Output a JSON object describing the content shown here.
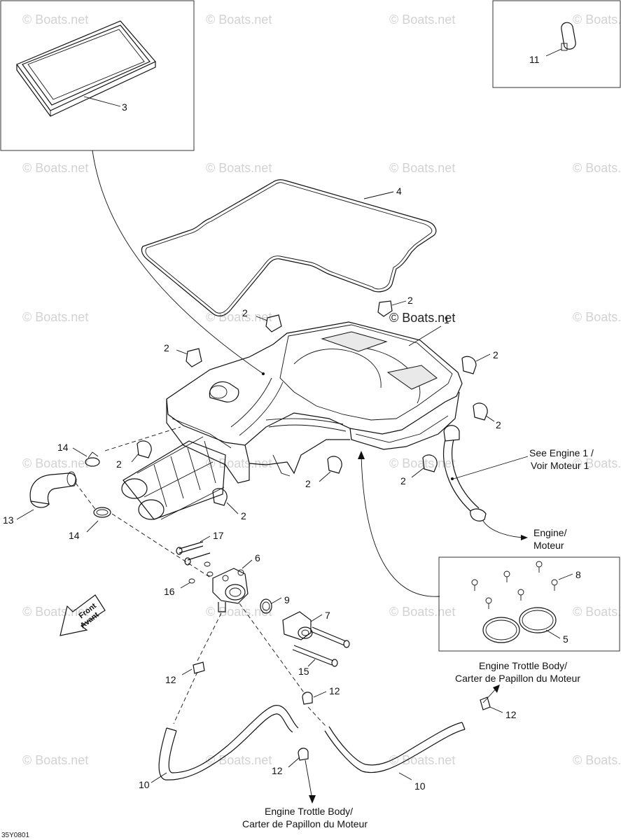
{
  "watermark": "© Boats.net",
  "watermark_main": "© Boats.net",
  "callouts": {
    "c2a": "2",
    "c2b": "2",
    "c2c": "2",
    "c2d": "2",
    "c2e": "2",
    "c2f": "2",
    "c2g": "2",
    "c2h": "2",
    "c2i": "2",
    "c3": "3",
    "c4": "4",
    "c5": "5",
    "c6": "6",
    "c7": "7",
    "c8": "8",
    "c9": "9",
    "c10a": "10",
    "c10b": "10",
    "c11": "11",
    "c12a": "12",
    "c12b": "12",
    "c12c": "12",
    "c12d": "12",
    "c13": "13",
    "c14a": "14",
    "c14b": "14",
    "c15": "15",
    "c16": "16",
    "c17": "17",
    "c1": "1"
  },
  "notes": {
    "see_engine_line1": "See Engine 1 /",
    "see_engine_line2": "Voir Moteur 1",
    "engine_line1": "Engine/",
    "engine_line2": "Moteur",
    "trottle_right_line1": "Engine Trottle Body/",
    "trottle_right_line2": "Carter de Papillon du Moteur",
    "trottle_bottom_line1": "Engine Trottle Body/",
    "trottle_bottom_line2": "Carter de Papillon du Moteur"
  },
  "front_arrow": {
    "line1": "Front",
    "line2": "Avant"
  },
  "diagram_code": "35Y0801"
}
